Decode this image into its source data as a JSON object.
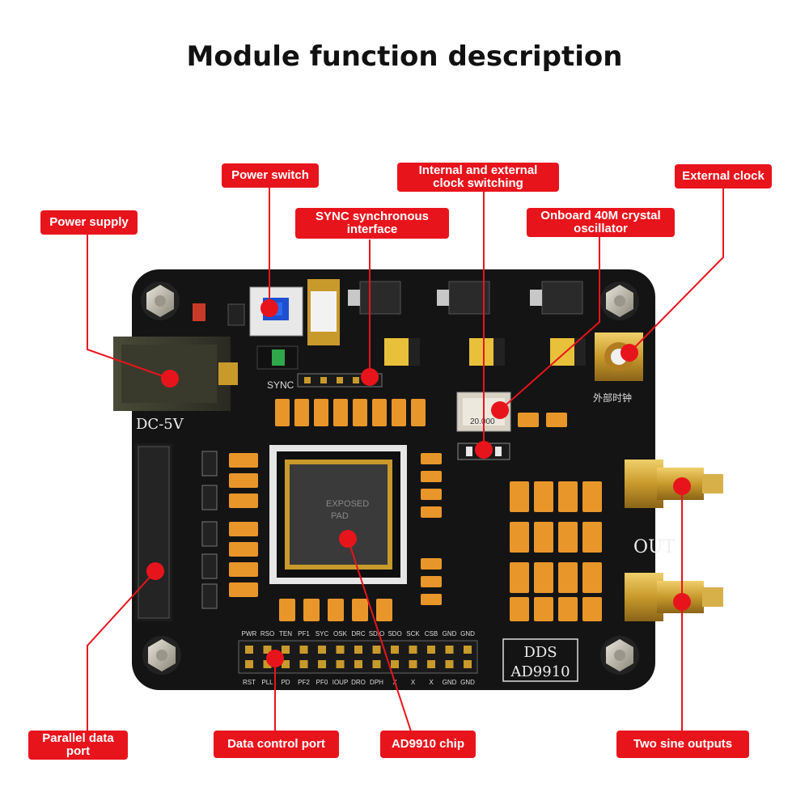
{
  "title": "Module function description",
  "labels": {
    "power_supply": "Power supply",
    "power_switch": "Power switch",
    "sync_line1": "SYNC synchronous",
    "sync_line2": "interface",
    "clock_sw_line1": "Internal and external",
    "clock_sw_line2": "clock switching",
    "crystal_line1": "Onboard 40M crystal",
    "crystal_line2": "oscillator",
    "external_clock": "External clock",
    "parallel_line1": "Parallel data",
    "parallel_line2": "port",
    "data_control": "Data control port",
    "chip": "AD9910 chip",
    "sine_outputs": "Two sine outputs"
  },
  "board": {
    "dc_label": "DC-5V",
    "out_label": "OUT",
    "dds_line1": "DDS",
    "dds_line2": "AD9910",
    "chip_mark_line1": "EXPOSED",
    "chip_mark_line2": "PAD",
    "sync_silk": "SYNC",
    "ext_clock_silk": "外部时钟",
    "crystal_mark": "20.000",
    "top_pins": [
      "PWR",
      "RSO",
      "TEN",
      "PF1",
      "SYC",
      "OSK",
      "DRC",
      "SDIO",
      "SDO",
      "SCK",
      "CSB",
      "GND",
      "GND"
    ],
    "bottom_pins": [
      "RST",
      "PLL",
      "PD",
      "PF2",
      "PF0",
      "IOUP",
      "DRO",
      "DPH",
      "X",
      "X",
      "X",
      "GND",
      "GND"
    ],
    "colors": {
      "pcb": "#141414",
      "red": "#e8141c",
      "gold": "#c89a2c",
      "orange": "#e8962a"
    }
  }
}
